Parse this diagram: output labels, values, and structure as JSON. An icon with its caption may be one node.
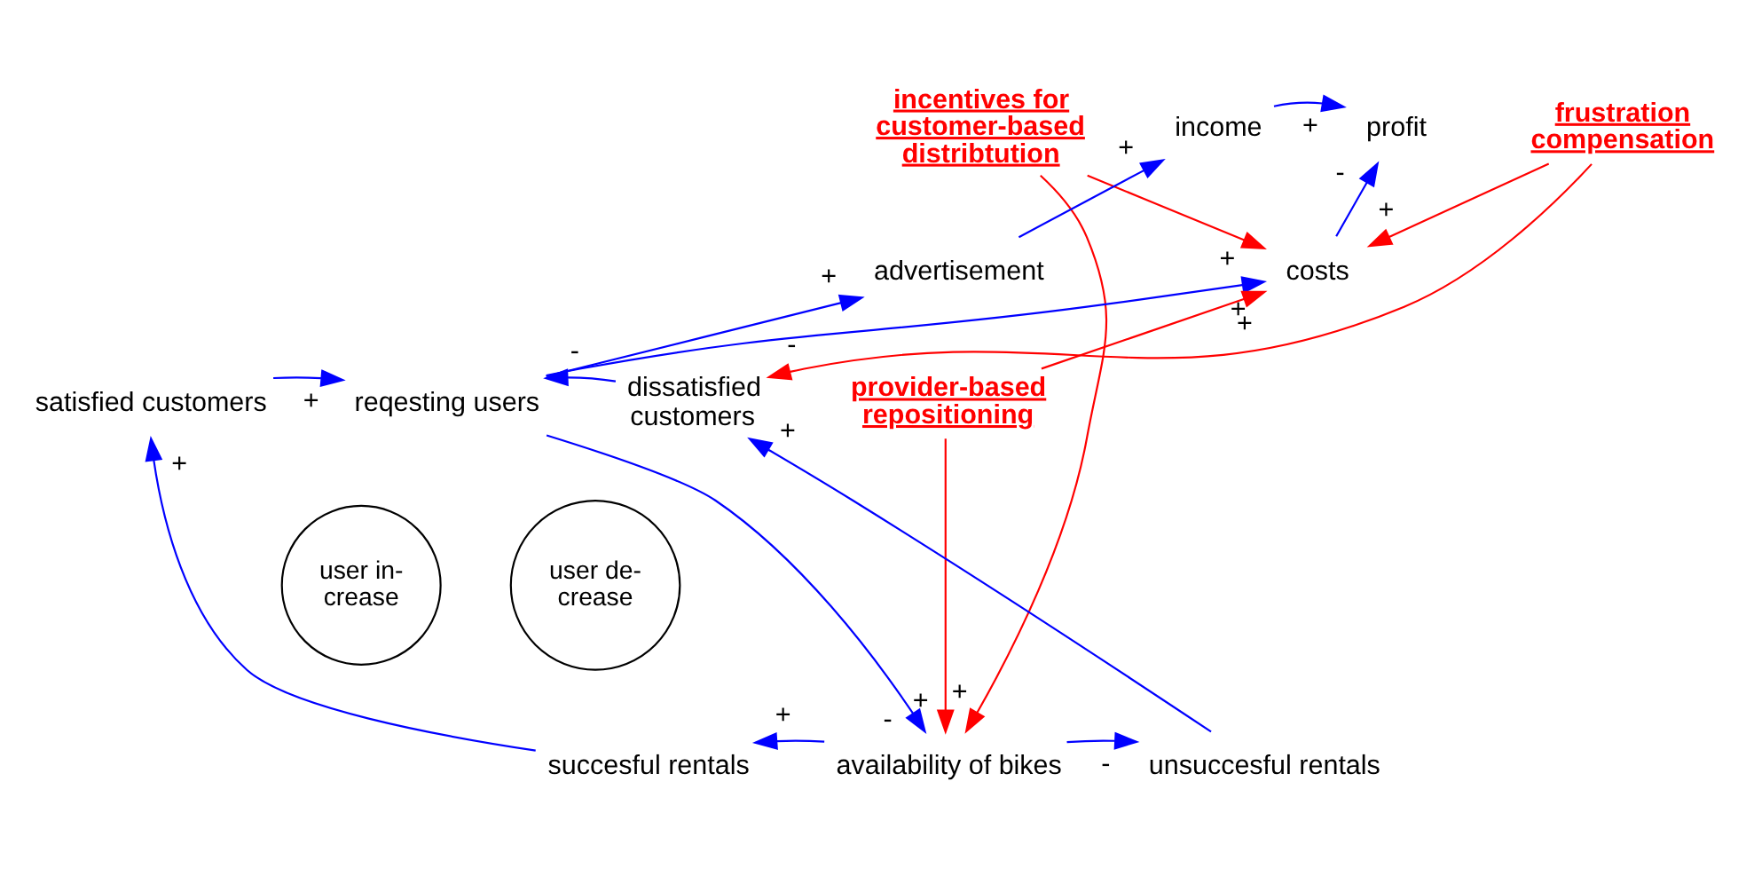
{
  "diagram": {
    "nodes": [
      {
        "text": [
          "income"
        ]
      },
      {
        "text": [
          "profit"
        ]
      },
      {
        "text": [
          "incentives for customer-based distribtution"
        ]
      },
      {
        "text": [
          "frustration compensation"
        ]
      },
      {
        "text": [
          "advertisement"
        ]
      },
      {
        "text": [
          "costs"
        ]
      },
      {
        "text": [
          "reqesting users"
        ]
      },
      {
        "text": [
          "dissatisfied customers"
        ]
      },
      {
        "text": [
          "satisfied customers"
        ]
      },
      {
        "text": [
          "provider-based repositioning"
        ]
      },
      {
        "text": [
          "availability of bikes"
        ]
      },
      {
        "text": [
          "succesful rentals"
        ]
      },
      {
        "text": [
          "unsuccesful rentals"
        ]
      }
    ],
    "edges": [
      {
        "from": 0,
        "to": 1,
        "arrow": "to",
        "label": "+"
      },
      {
        "from": 5,
        "to": 1,
        "arrow": "to",
        "label": "-"
      },
      {
        "from": 4,
        "to": 0,
        "arrow": "to",
        "label": "+"
      },
      {
        "from": 6,
        "to": 4,
        "arrow": "to",
        "label": "+"
      },
      {
        "from": 2,
        "to": 5,
        "arrow": "to",
        "label": "+",
        "color": "#ff0000"
      },
      {
        "from": 3,
        "to": 5,
        "arrow": "to",
        "label": "+",
        "color": "#ff0000"
      },
      {
        "from": 6,
        "to": 5,
        "arrow": "to",
        "label": "+"
      },
      {
        "from": 9,
        "to": 5,
        "arrow": "to",
        "label": "+",
        "color": "#ff0000"
      },
      {
        "from": 3,
        "to": 7,
        "arrow": "to",
        "label": "-",
        "color": "#ff0000"
      },
      {
        "from": 7,
        "to": 6,
        "arrow": "to",
        "label": "-"
      },
      {
        "from": 8,
        "to": 6,
        "arrow": "to",
        "label": "+"
      },
      {
        "from": 6,
        "to": 10,
        "arrow": "to",
        "label": "-"
      },
      {
        "from": 2,
        "to": 10,
        "arrow": "to",
        "label": "+",
        "color": "#ff0000"
      },
      {
        "from": 9,
        "to": 10,
        "arrow": "to",
        "label": "+",
        "color": "#ff0000"
      },
      {
        "from": 10,
        "to": 11,
        "arrow": "to",
        "label": "+"
      },
      {
        "from": 11,
        "to": 8,
        "arrow": "to",
        "label": "+"
      },
      {
        "from": 10,
        "to": 12,
        "arrow": "to",
        "label": "-"
      },
      {
        "from": 12,
        "to": 7,
        "arrow": "to",
        "label": "+"
      }
    ],
    "labels": [
      "user in- crease",
      "user de- crease"
    ]
  }
}
